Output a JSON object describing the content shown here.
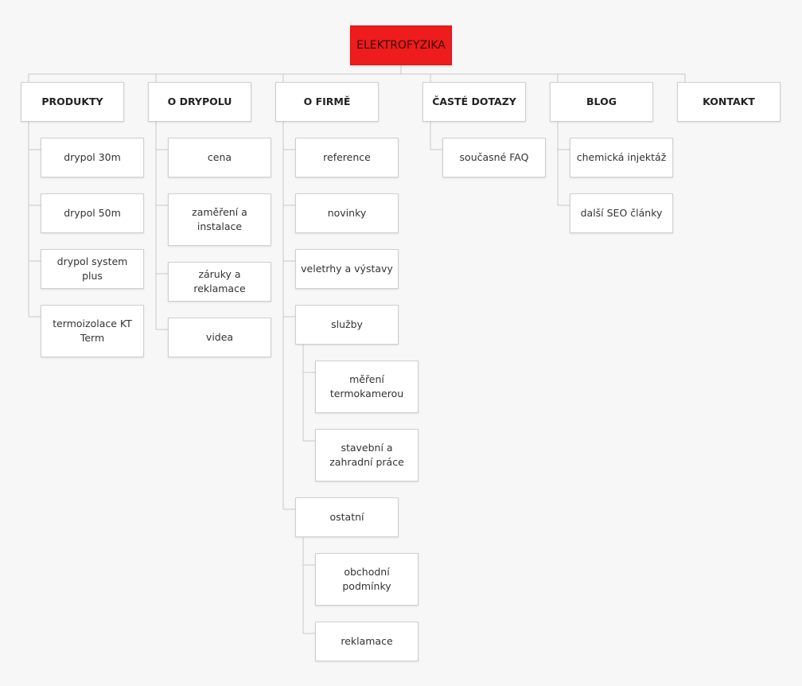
{
  "root": {
    "label": "ELEKTROFYZIKA"
  },
  "columns": [
    {
      "label": "PRODUKTY",
      "children": [
        {
          "label": "drypol 30m"
        },
        {
          "label": "drypol 50m"
        },
        {
          "label": "drypol system plus"
        },
        {
          "label": "termoizolace KT Term"
        }
      ]
    },
    {
      "label": "O DRYPOLU",
      "children": [
        {
          "label": "cena"
        },
        {
          "label": "zaměření a instalace"
        },
        {
          "label": "záruky a reklamace"
        },
        {
          "label": "videa"
        }
      ]
    },
    {
      "label": "O FIRMĚ",
      "children": [
        {
          "label": "reference"
        },
        {
          "label": "novinky"
        },
        {
          "label": "veletrhy a výstavy"
        },
        {
          "label": "služby",
          "children": [
            {
              "label": "měření termokamerou"
            },
            {
              "label": "stavební a zahradní práce"
            }
          ]
        },
        {
          "label": "ostatní",
          "children": [
            {
              "label": "obchodní podmínky"
            },
            {
              "label": "reklamace"
            }
          ]
        }
      ]
    },
    {
      "label": "ČASTÉ DOTAZY",
      "children": [
        {
          "label": "současné FAQ"
        }
      ]
    },
    {
      "label": "BLOG",
      "children": [
        {
          "label": "chemická injektáž"
        },
        {
          "label": "další SEO články"
        }
      ]
    },
    {
      "label": "KONTAKT",
      "children": []
    }
  ]
}
